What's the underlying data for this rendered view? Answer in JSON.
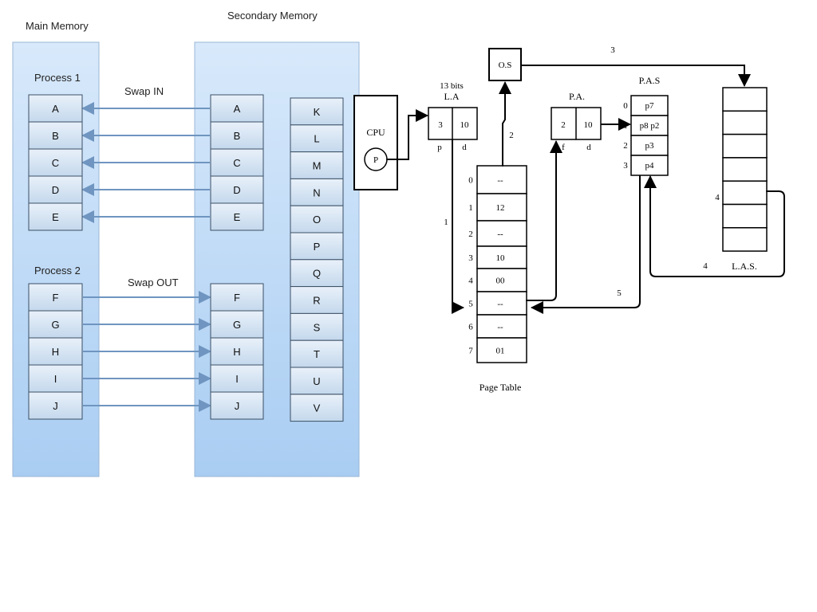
{
  "swap": {
    "main_memory_title": "Main Memory",
    "secondary_memory_title": "Secondary Memory",
    "process1_label": "Process 1",
    "process2_label": "Process 2",
    "swap_in_label": "Swap IN",
    "swap_out_label": "Swap OUT",
    "process1_blocks": [
      "A",
      "B",
      "C",
      "D",
      "E"
    ],
    "process2_blocks": [
      "F",
      "G",
      "H",
      "I",
      "J"
    ],
    "secondary_swap_in_blocks": [
      "A",
      "B",
      "C",
      "D",
      "E"
    ],
    "secondary_swap_out_blocks": [
      "F",
      "G",
      "H",
      "I",
      "J"
    ],
    "secondary_extra_blocks": [
      "K",
      "L",
      "M",
      "N",
      "O",
      "P",
      "Q",
      "R",
      "S",
      "T",
      "U",
      "V"
    ]
  },
  "paging": {
    "cpu_label": "CPU",
    "cpu_process": "P",
    "la_bits": "13 bits",
    "la_label": "L.A",
    "la_page": "3",
    "la_offset": "10",
    "la_page_sub": "p",
    "la_offset_sub": "d",
    "os_label": "O.S",
    "pa_label": "P.A.",
    "pa_frame": "2",
    "pa_offset": "10",
    "pa_frame_sub": "f",
    "pa_offset_sub": "d",
    "pas_label": "P.A.S",
    "pas_rows": [
      {
        "index": "0",
        "value": "p7"
      },
      {
        "index": "1",
        "value": "p8 p2"
      },
      {
        "index": "2",
        "value": "p3"
      },
      {
        "index": "3",
        "value": "p4"
      }
    ],
    "las_label": "L.A.S.",
    "page_table_label": "Page Table",
    "page_table": [
      {
        "index": "0",
        "value": "--"
      },
      {
        "index": "1",
        "value": "12"
      },
      {
        "index": "2",
        "value": "--"
      },
      {
        "index": "3",
        "value": "10"
      },
      {
        "index": "4",
        "value": "00"
      },
      {
        "index": "5",
        "value": "--"
      },
      {
        "index": "6",
        "value": "--"
      },
      {
        "index": "7",
        "value": "01"
      }
    ],
    "step_labels": [
      "1",
      "2",
      "3",
      "4",
      "4",
      "5"
    ]
  }
}
